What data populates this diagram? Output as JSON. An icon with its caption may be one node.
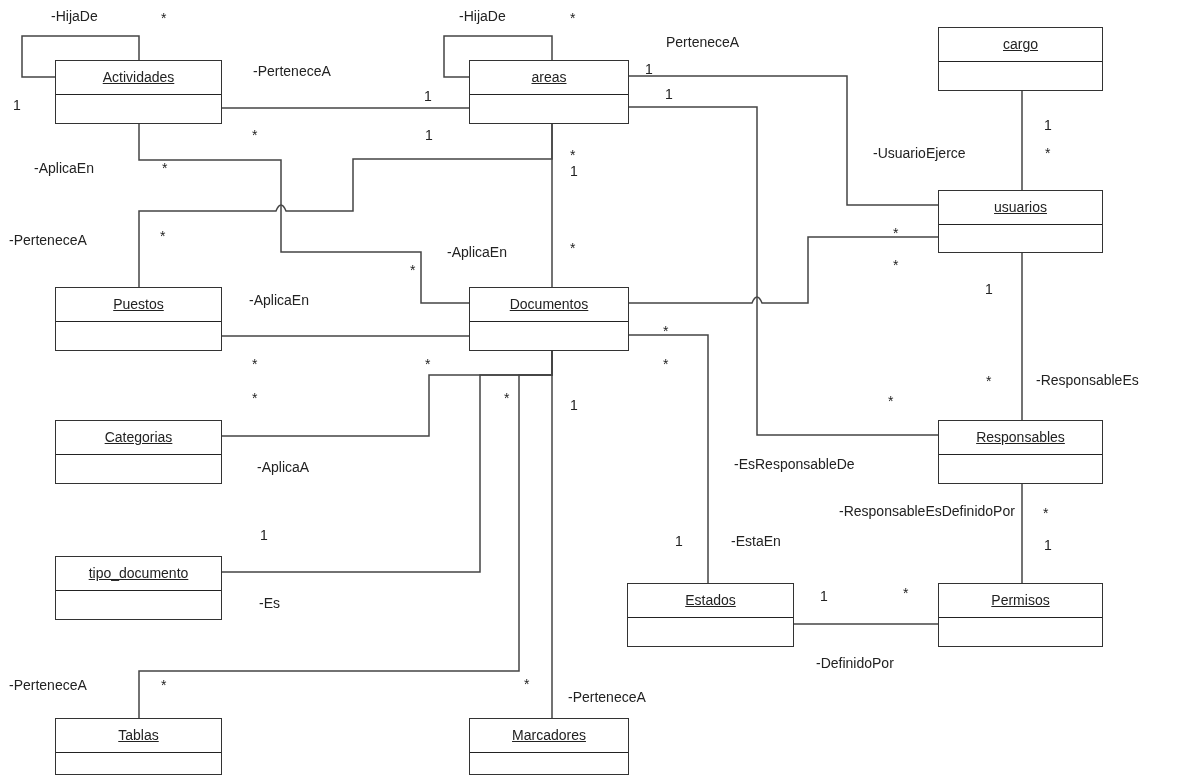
{
  "diagram": {
    "nodes": [
      {
        "text": [
          "Actividades"
        ]
      },
      {
        "text": [
          "areas"
        ]
      },
      {
        "text": [
          "cargo"
        ]
      },
      {
        "text": [
          "usuarios"
        ]
      },
      {
        "text": [
          "Puestos"
        ]
      },
      {
        "text": [
          "Documentos"
        ]
      },
      {
        "text": [
          "Categorias"
        ]
      },
      {
        "text": [
          "Responsables"
        ]
      },
      {
        "text": [
          "tipo_documento"
        ]
      },
      {
        "text": [
          "Estados"
        ]
      },
      {
        "text": [
          "Permisos"
        ]
      },
      {
        "text": [
          "Tablas"
        ]
      },
      {
        "text": [
          "Marcadores"
        ]
      }
    ],
    "edges": [
      {
        "from": 0,
        "to": 0,
        "arrow": "none",
        "label": "-HijaDe"
      },
      {
        "from": 1,
        "to": 1,
        "arrow": "none",
        "label": "-HijaDe"
      },
      {
        "from": 0,
        "to": 1,
        "arrow": "none",
        "label": "-PerteneceA"
      },
      {
        "from": 0,
        "to": 5,
        "arrow": "none",
        "label": "-AplicaEn"
      },
      {
        "from": 1,
        "to": 4,
        "arrow": "none",
        "label": "-PerteneceA"
      },
      {
        "from": 1,
        "to": 5,
        "arrow": "none",
        "label": "-AplicaEn"
      },
      {
        "from": 1,
        "to": 3,
        "arrow": "none",
        "label": "PerteneceA"
      },
      {
        "from": 1,
        "to": 7,
        "arrow": "none",
        "label": "-EsResponsableDe"
      },
      {
        "from": 2,
        "to": 3,
        "arrow": "none",
        "label": "-UsuarioEjerce"
      },
      {
        "from": 3,
        "to": 5,
        "arrow": "none"
      },
      {
        "from": 3,
        "to": 7,
        "arrow": "none",
        "label": "-ResponsableEs"
      },
      {
        "from": 4,
        "to": 5,
        "arrow": "none",
        "label": "-AplicaEn"
      },
      {
        "from": 5,
        "to": 9,
        "arrow": "none",
        "label": "-EstaEn"
      },
      {
        "from": 5,
        "to": 6,
        "arrow": "none",
        "label": "-AplicaA"
      },
      {
        "from": 5,
        "to": 8,
        "arrow": "none",
        "label": "-Es"
      },
      {
        "from": 5,
        "to": 11,
        "arrow": "none",
        "label": "-PerteneceA"
      },
      {
        "from": 5,
        "to": 12,
        "arrow": "none",
        "label": "-PerteneceA"
      },
      {
        "from": 7,
        "to": 10,
        "arrow": "none",
        "label": "-ResponsableEsDefinidoPor"
      },
      {
        "from": 9,
        "to": 10,
        "arrow": "none",
        "label": "-DefinidoPor"
      }
    ],
    "labels": [
      "*",
      "*",
      "1",
      "1",
      "1",
      "1",
      "1",
      "*",
      "1",
      "*",
      "*",
      "1",
      "*",
      "*",
      "*",
      "*",
      "*",
      "*",
      "1",
      "*",
      "*",
      "*",
      "*",
      "*",
      "*",
      "1",
      "*",
      "*",
      "1",
      "1",
      "*",
      "1",
      "1",
      "*",
      "*",
      "*"
    ]
  }
}
